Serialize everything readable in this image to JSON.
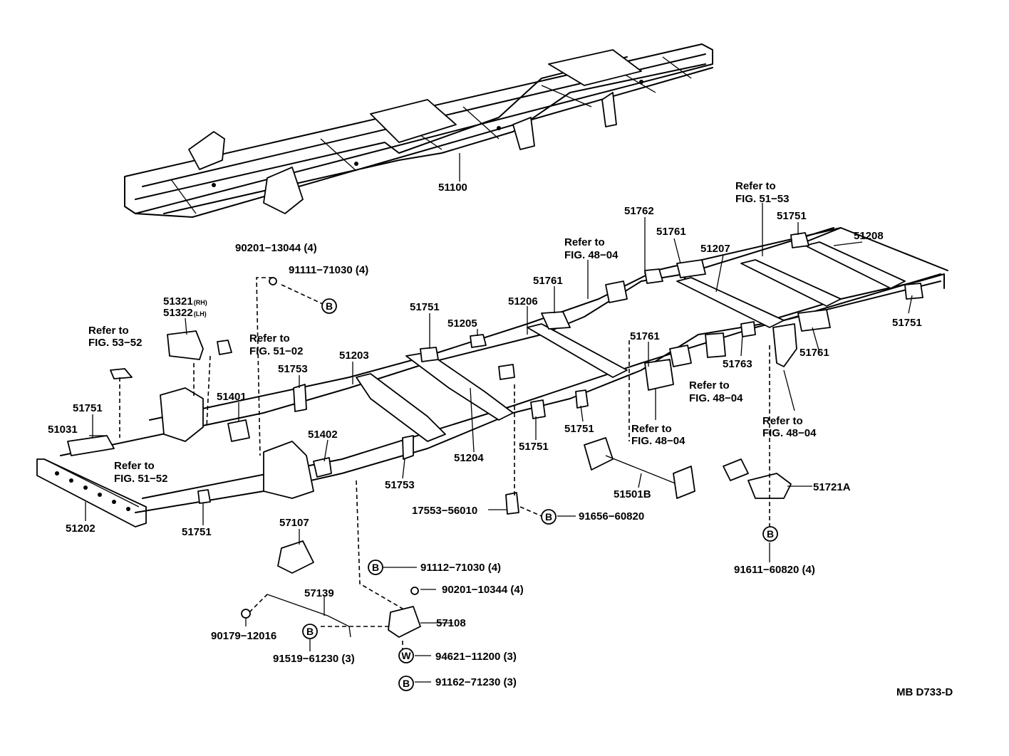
{
  "labels": {
    "p51100": "51100",
    "p51762": "51762",
    "ref_5153a": "Refer to",
    "ref_5153b": "FIG. 51−53",
    "p51751_top": "51751",
    "p51208": "51208",
    "p51761_a": "51761",
    "p51207": "51207",
    "ref_4804a_1": "Refer to",
    "ref_4804b_1": "FIG. 48−04",
    "p90201_13044": "90201−13044 (4)",
    "p91111_71030": "91111−71030 (4)",
    "p51761_b": "51761",
    "p51751_right": "51751",
    "p51206": "51206",
    "p51321": "51321",
    "p51321_side": "(RH)",
    "p51322": "51322",
    "p51322_side": "(LH)",
    "p51751_mid": "51751",
    "p51205": "51205",
    "ref_5352a": "Refer to",
    "ref_5352b": "FIG. 53−52",
    "ref_5102a": "Refer to",
    "ref_5102b": "FIG. 51−02",
    "p51761_c": "51761",
    "p51761_d": "51761",
    "p51203": "51203",
    "p51763": "51763",
    "p51753_a": "51753",
    "ref_4804a_2": "Refer to",
    "ref_4804b_2": "FIG. 48−04",
    "p51751_l": "51751",
    "p51401": "51401",
    "p51031": "51031",
    "p51751_c": "51751",
    "ref_4804a_3": "Refer to",
    "ref_4804b_3": "FIG. 48−04",
    "ref_4804a_4": "Refer to",
    "ref_4804b_4": "FIG. 48−04",
    "p51751_d": "51751",
    "p51402": "51402",
    "ref_5152a": "Refer to",
    "ref_5152b": "FIG. 51−52",
    "p51204": "51204",
    "p51753_b": "51753",
    "p51501B": "51501B",
    "p51721A": "51721A",
    "p51202": "51202",
    "p51751_bot": "51751",
    "p17553": "17553−56010",
    "p91656": "91656−60820",
    "p57107": "57107",
    "p91611": "91611−60820 (4)",
    "p91112": "91112−71030 (4)",
    "p90201_10344": "90201−10344 (4)",
    "p57139": "57139",
    "p57108": "57108",
    "p90179": "90179−12016",
    "p91519": "91519−61230 (3)",
    "p94621": "94621−11200 (3)",
    "p91162": "91162−71230 (3)",
    "code": "MB D733-D"
  },
  "symbols": {
    "bolt": "B",
    "washer": "W"
  }
}
